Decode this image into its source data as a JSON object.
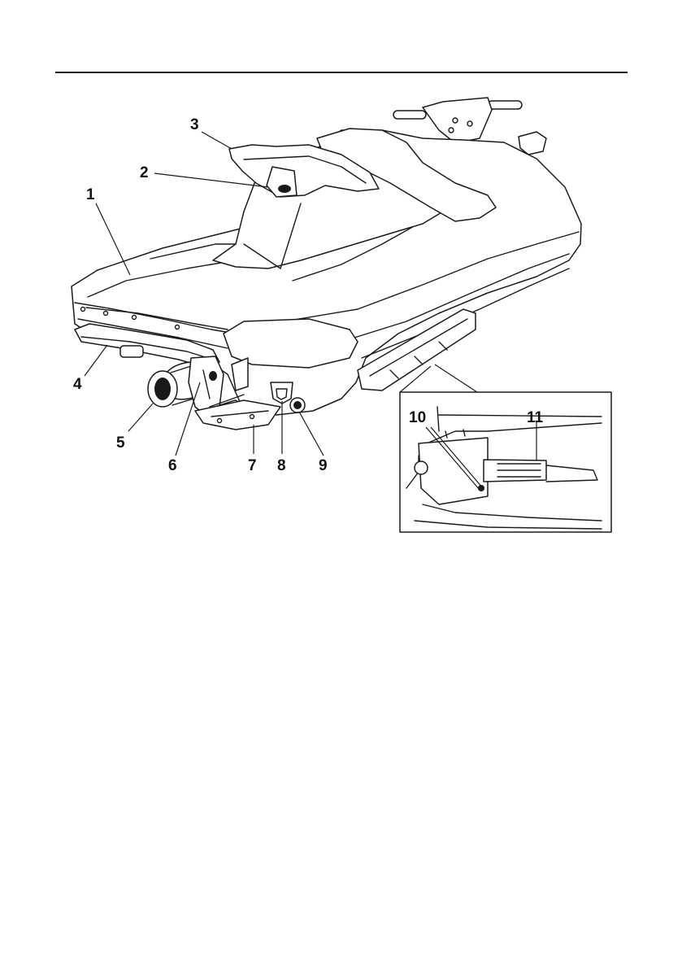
{
  "figure": {
    "callouts": [
      "1",
      "2",
      "3",
      "4",
      "5",
      "6",
      "7",
      "8",
      "9",
      "10",
      "11"
    ]
  }
}
